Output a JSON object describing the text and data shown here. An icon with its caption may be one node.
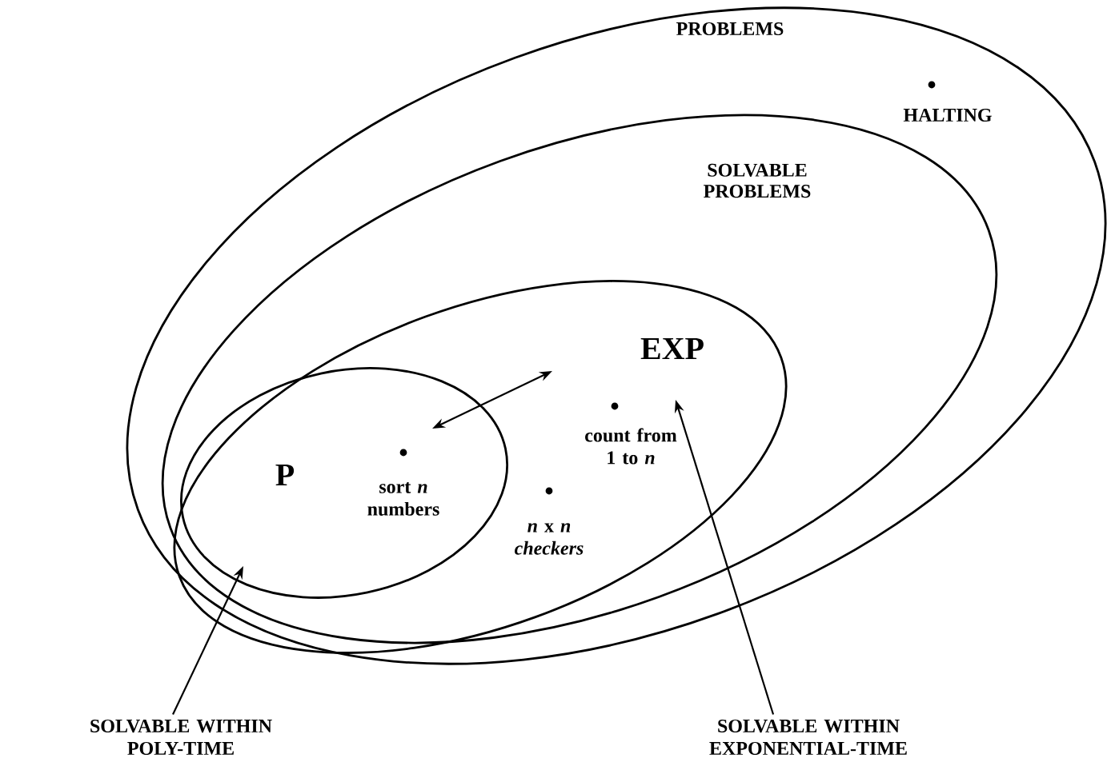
{
  "diagram": {
    "nodes": [
      {
        "text": [
          "PROBLEMS"
        ]
      },
      {
        "text": [
          "HALTING"
        ],
        "in": 0
      },
      {
        "text": [
          "SOLVABLE PROBLEMS"
        ],
        "in": 0
      },
      {
        "text": [
          "EXP"
        ],
        "in": 2
      },
      {
        "text": [
          "P"
        ],
        "in": 3
      },
      {
        "text": [
          "sort *n* numbers"
        ],
        "in": 4
      },
      {
        "text": [
          "count from 1 to *n*"
        ],
        "in": 3
      },
      {
        "text": [
          "*n* x *n* *checkers*"
        ],
        "in": 3
      },
      {
        "text": [
          "SOLVABLE WITHIN POLY-TIME"
        ]
      },
      {
        "text": [
          "SOLVABLE WITHIN EXPONENTIAL-TIME"
        ]
      }
    ],
    "edges": [
      {
        "from": 8,
        "to": 4,
        "arrow": "to"
      },
      {
        "from": 9,
        "to": 3,
        "arrow": "to"
      }
    ]
  }
}
